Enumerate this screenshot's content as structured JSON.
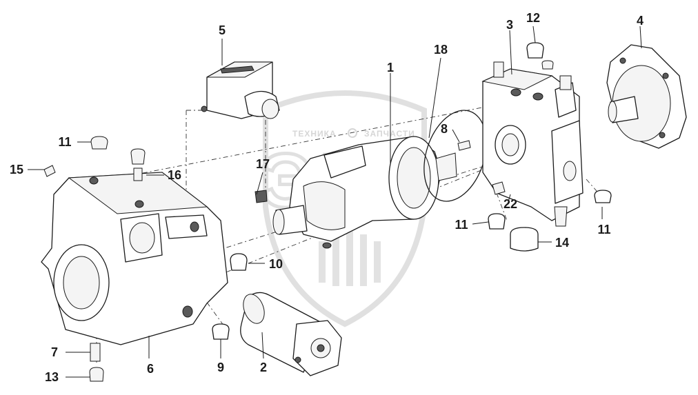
{
  "watermark": {
    "text_left": "ТЕХНИКА",
    "text_right": "ЗАПЧАСТИ",
    "logo": "ЭЛФ",
    "color": "#c8c8c8"
  },
  "callouts": [
    {
      "id": "c1",
      "label": "1"
    },
    {
      "id": "c2",
      "label": "2"
    },
    {
      "id": "c3",
      "label": "3"
    },
    {
      "id": "c4",
      "label": "4"
    },
    {
      "id": "c5",
      "label": "5"
    },
    {
      "id": "c6",
      "label": "6"
    },
    {
      "id": "c7",
      "label": "7"
    },
    {
      "id": "c8",
      "label": "8"
    },
    {
      "id": "c9",
      "label": "9"
    },
    {
      "id": "c10",
      "label": "10"
    },
    {
      "id": "c11a",
      "label": "11"
    },
    {
      "id": "c11b",
      "label": "11"
    },
    {
      "id": "c11c",
      "label": "11"
    },
    {
      "id": "c12",
      "label": "12"
    },
    {
      "id": "c13",
      "label": "13"
    },
    {
      "id": "c14",
      "label": "14"
    },
    {
      "id": "c15",
      "label": "15"
    },
    {
      "id": "c16",
      "label": "16"
    },
    {
      "id": "c17",
      "label": "17"
    },
    {
      "id": "c18",
      "label": "18"
    },
    {
      "id": "c22",
      "label": "22"
    }
  ]
}
